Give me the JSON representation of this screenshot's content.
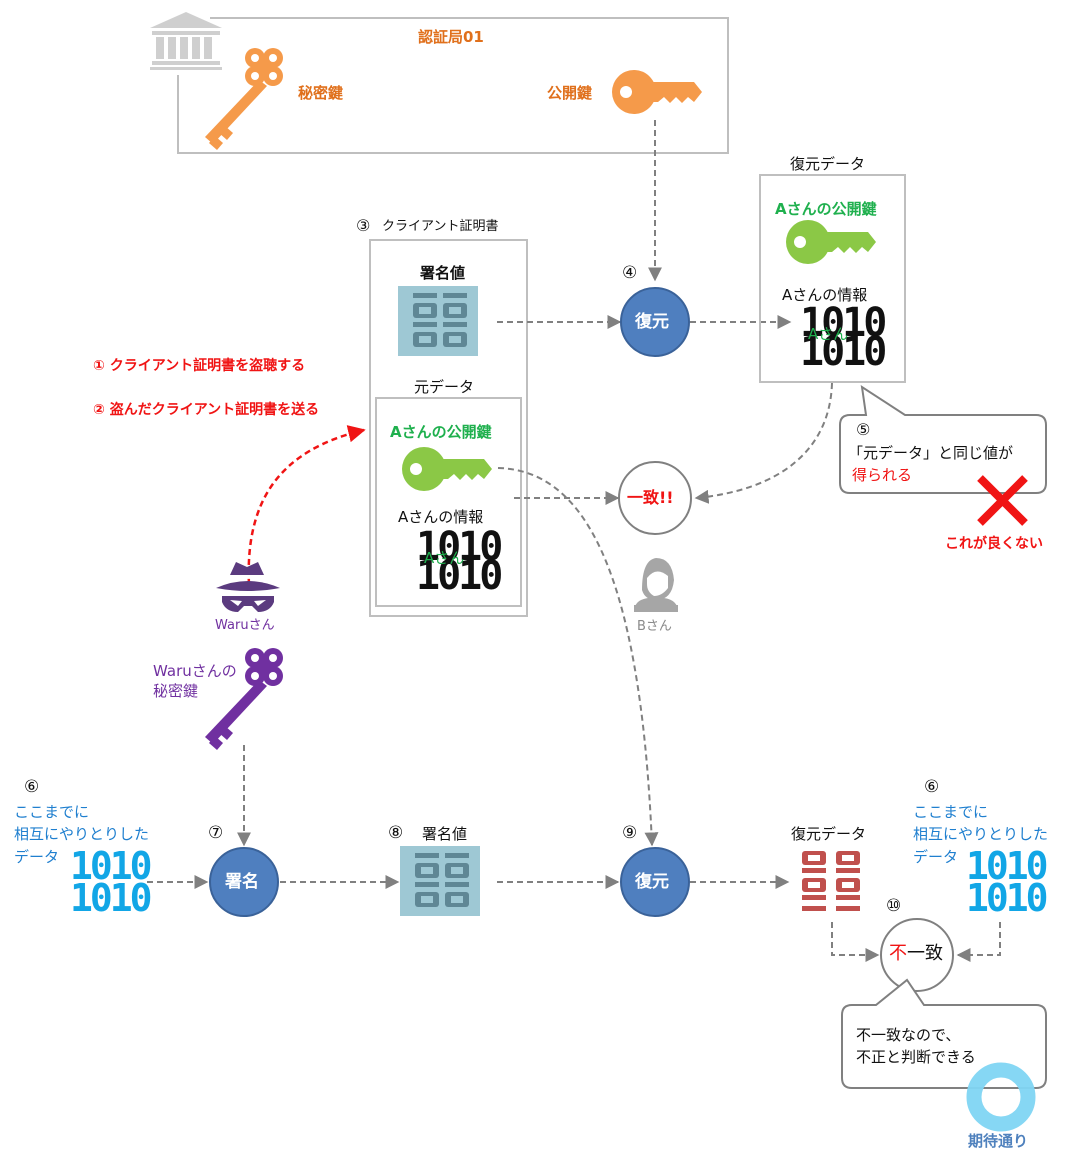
{
  "certificate_authority": {
    "title": "認証局01",
    "icon": "bank-building-icon",
    "private_key_label": "秘密鍵",
    "public_key_label": "公開鍵"
  },
  "client_certificate": {
    "step": "③",
    "title": "クライアント証明書",
    "signature_label": "署名値",
    "original_data": {
      "title": "元データ",
      "public_key_label": "Aさんの公開鍵",
      "info_label": "Aさんの情報",
      "binary_top": "1010",
      "binary_bottom": "1010",
      "binary_overlay": "Aさん"
    }
  },
  "restore_top": {
    "step": "④",
    "label": "復元"
  },
  "restored_data_top": {
    "title": "復元データ",
    "public_key_label": "Aさんの公開鍵",
    "info_label": "Aさんの情報",
    "binary_top": "1010",
    "binary_bottom": "1010",
    "binary_overlay": "Aさん"
  },
  "match_node": {
    "label": "一致!!"
  },
  "callout_top": {
    "step": "⑤",
    "line1": "「元データ」と同じ値が",
    "line2": "得られる",
    "bad_label": "これが良くない",
    "bad_icon": "cross-mark-icon"
  },
  "person_b": {
    "label": "Bさん",
    "icon": "person-female-icon"
  },
  "attacker": {
    "step1": "① クライアント証明書を盗聴する",
    "step2": "② 盗んだクライアント証明書を送る",
    "name": "Waruさん",
    "icon": "spy-hat-icon",
    "key_label_line1": "Waruさんの",
    "key_label_line2": "秘密鍵"
  },
  "exchanged_data_left": {
    "step": "⑥",
    "line1": "ここまでに",
    "line2": "相互にやりとりした",
    "line3": "データ",
    "binary_top": "1010",
    "binary_bottom": "1010"
  },
  "sign_node": {
    "step": "⑦",
    "label": "署名"
  },
  "signature_bottom": {
    "step": "⑧",
    "label": "署名値"
  },
  "restore_bottom": {
    "step": "⑨",
    "label": "復元"
  },
  "restored_data_bottom": {
    "title": "復元データ"
  },
  "exchanged_data_right": {
    "step": "⑥",
    "line1": "ここまでに",
    "line2": "相互にやりとりした",
    "line3": "データ",
    "binary_top": "1010",
    "binary_bottom": "1010"
  },
  "mismatch_node": {
    "step": "⑩",
    "label_red": "不",
    "label_black": "一致"
  },
  "callout_bottom": {
    "line1": "不一致なので、",
    "line2": "不正と判断できる",
    "good_label": "期待通り",
    "good_icon": "circle-ok-icon"
  },
  "colors": {
    "ca_orange": "#f59a4a",
    "ca_text": "#e0701c",
    "green_key": "#8bc846",
    "green_text": "#1fb04e",
    "node_blue": "#4f7fbf",
    "signature_teal": "#9ec8d4",
    "signature_glyph": "#5f8795",
    "red": "#f01414",
    "purple": "#7030a0",
    "cyan": "#12a6e6",
    "brick_red": "#c0504d",
    "ok_circle": "#7fd5f3"
  }
}
